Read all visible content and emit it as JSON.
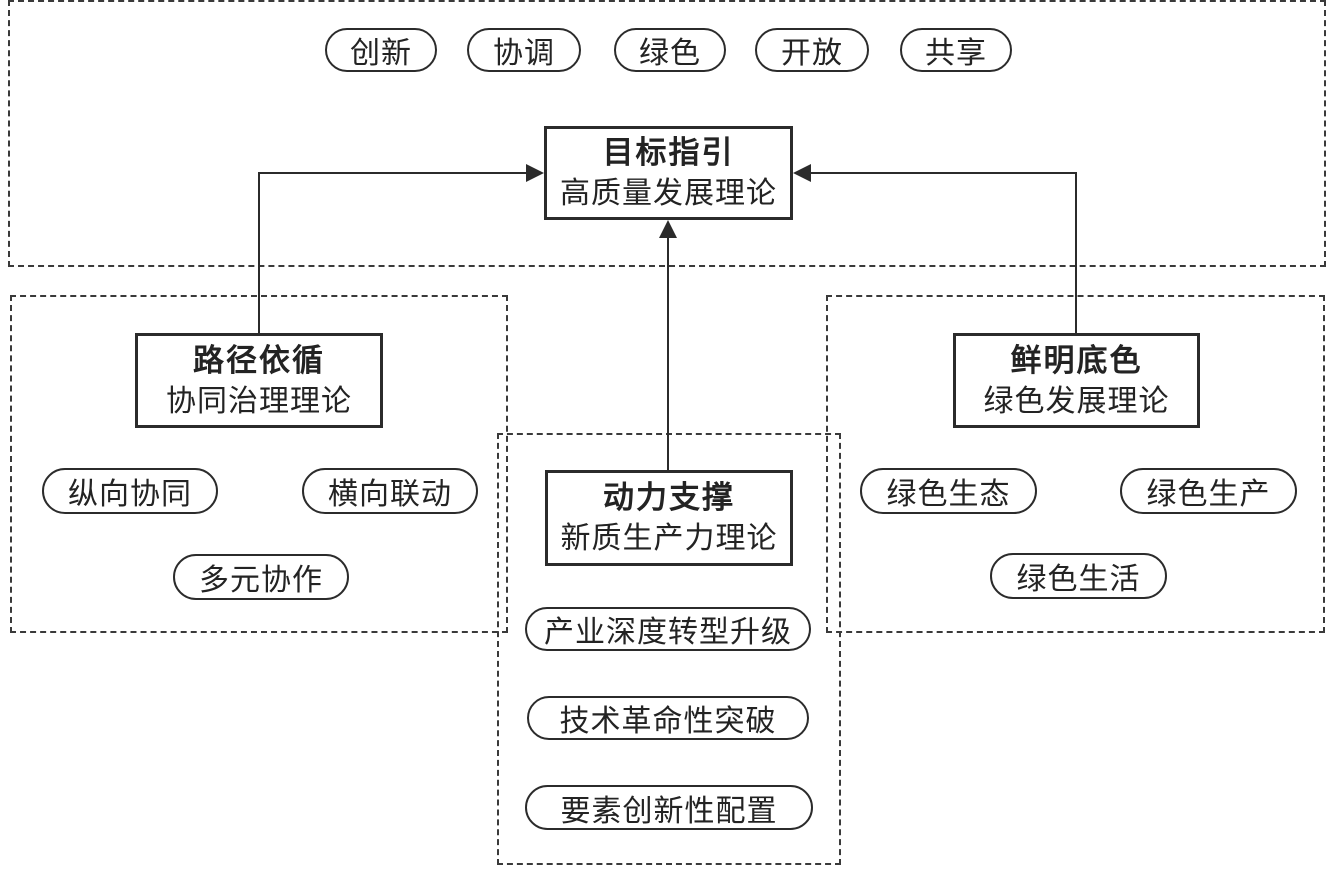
{
  "colors": {
    "line": "#2b2b2b",
    "dashed_border": "#3a3a3a",
    "text": "#232323",
    "background": "#ffffff"
  },
  "regions": {
    "top": {
      "concepts": [
        "创新",
        "协调",
        "绿色",
        "开放",
        "共享"
      ],
      "goal_box": {
        "title": "目标指引",
        "subtitle": "高质量发展理论"
      }
    },
    "left": {
      "box": {
        "title": "路径依循",
        "subtitle": "协同治理理论"
      },
      "pills": [
        "纵向协同",
        "横向联动",
        "多元协作"
      ]
    },
    "right": {
      "box": {
        "title": "鲜明底色",
        "subtitle": "绿色发展理论"
      },
      "pills": [
        "绿色生态",
        "绿色生产",
        "绿色生活"
      ]
    },
    "center": {
      "box": {
        "title": "动力支撑",
        "subtitle": "新质生产力理论"
      },
      "pills": [
        "产业深度转型升级",
        "技术革命性突破",
        "要素创新性配置"
      ]
    }
  }
}
